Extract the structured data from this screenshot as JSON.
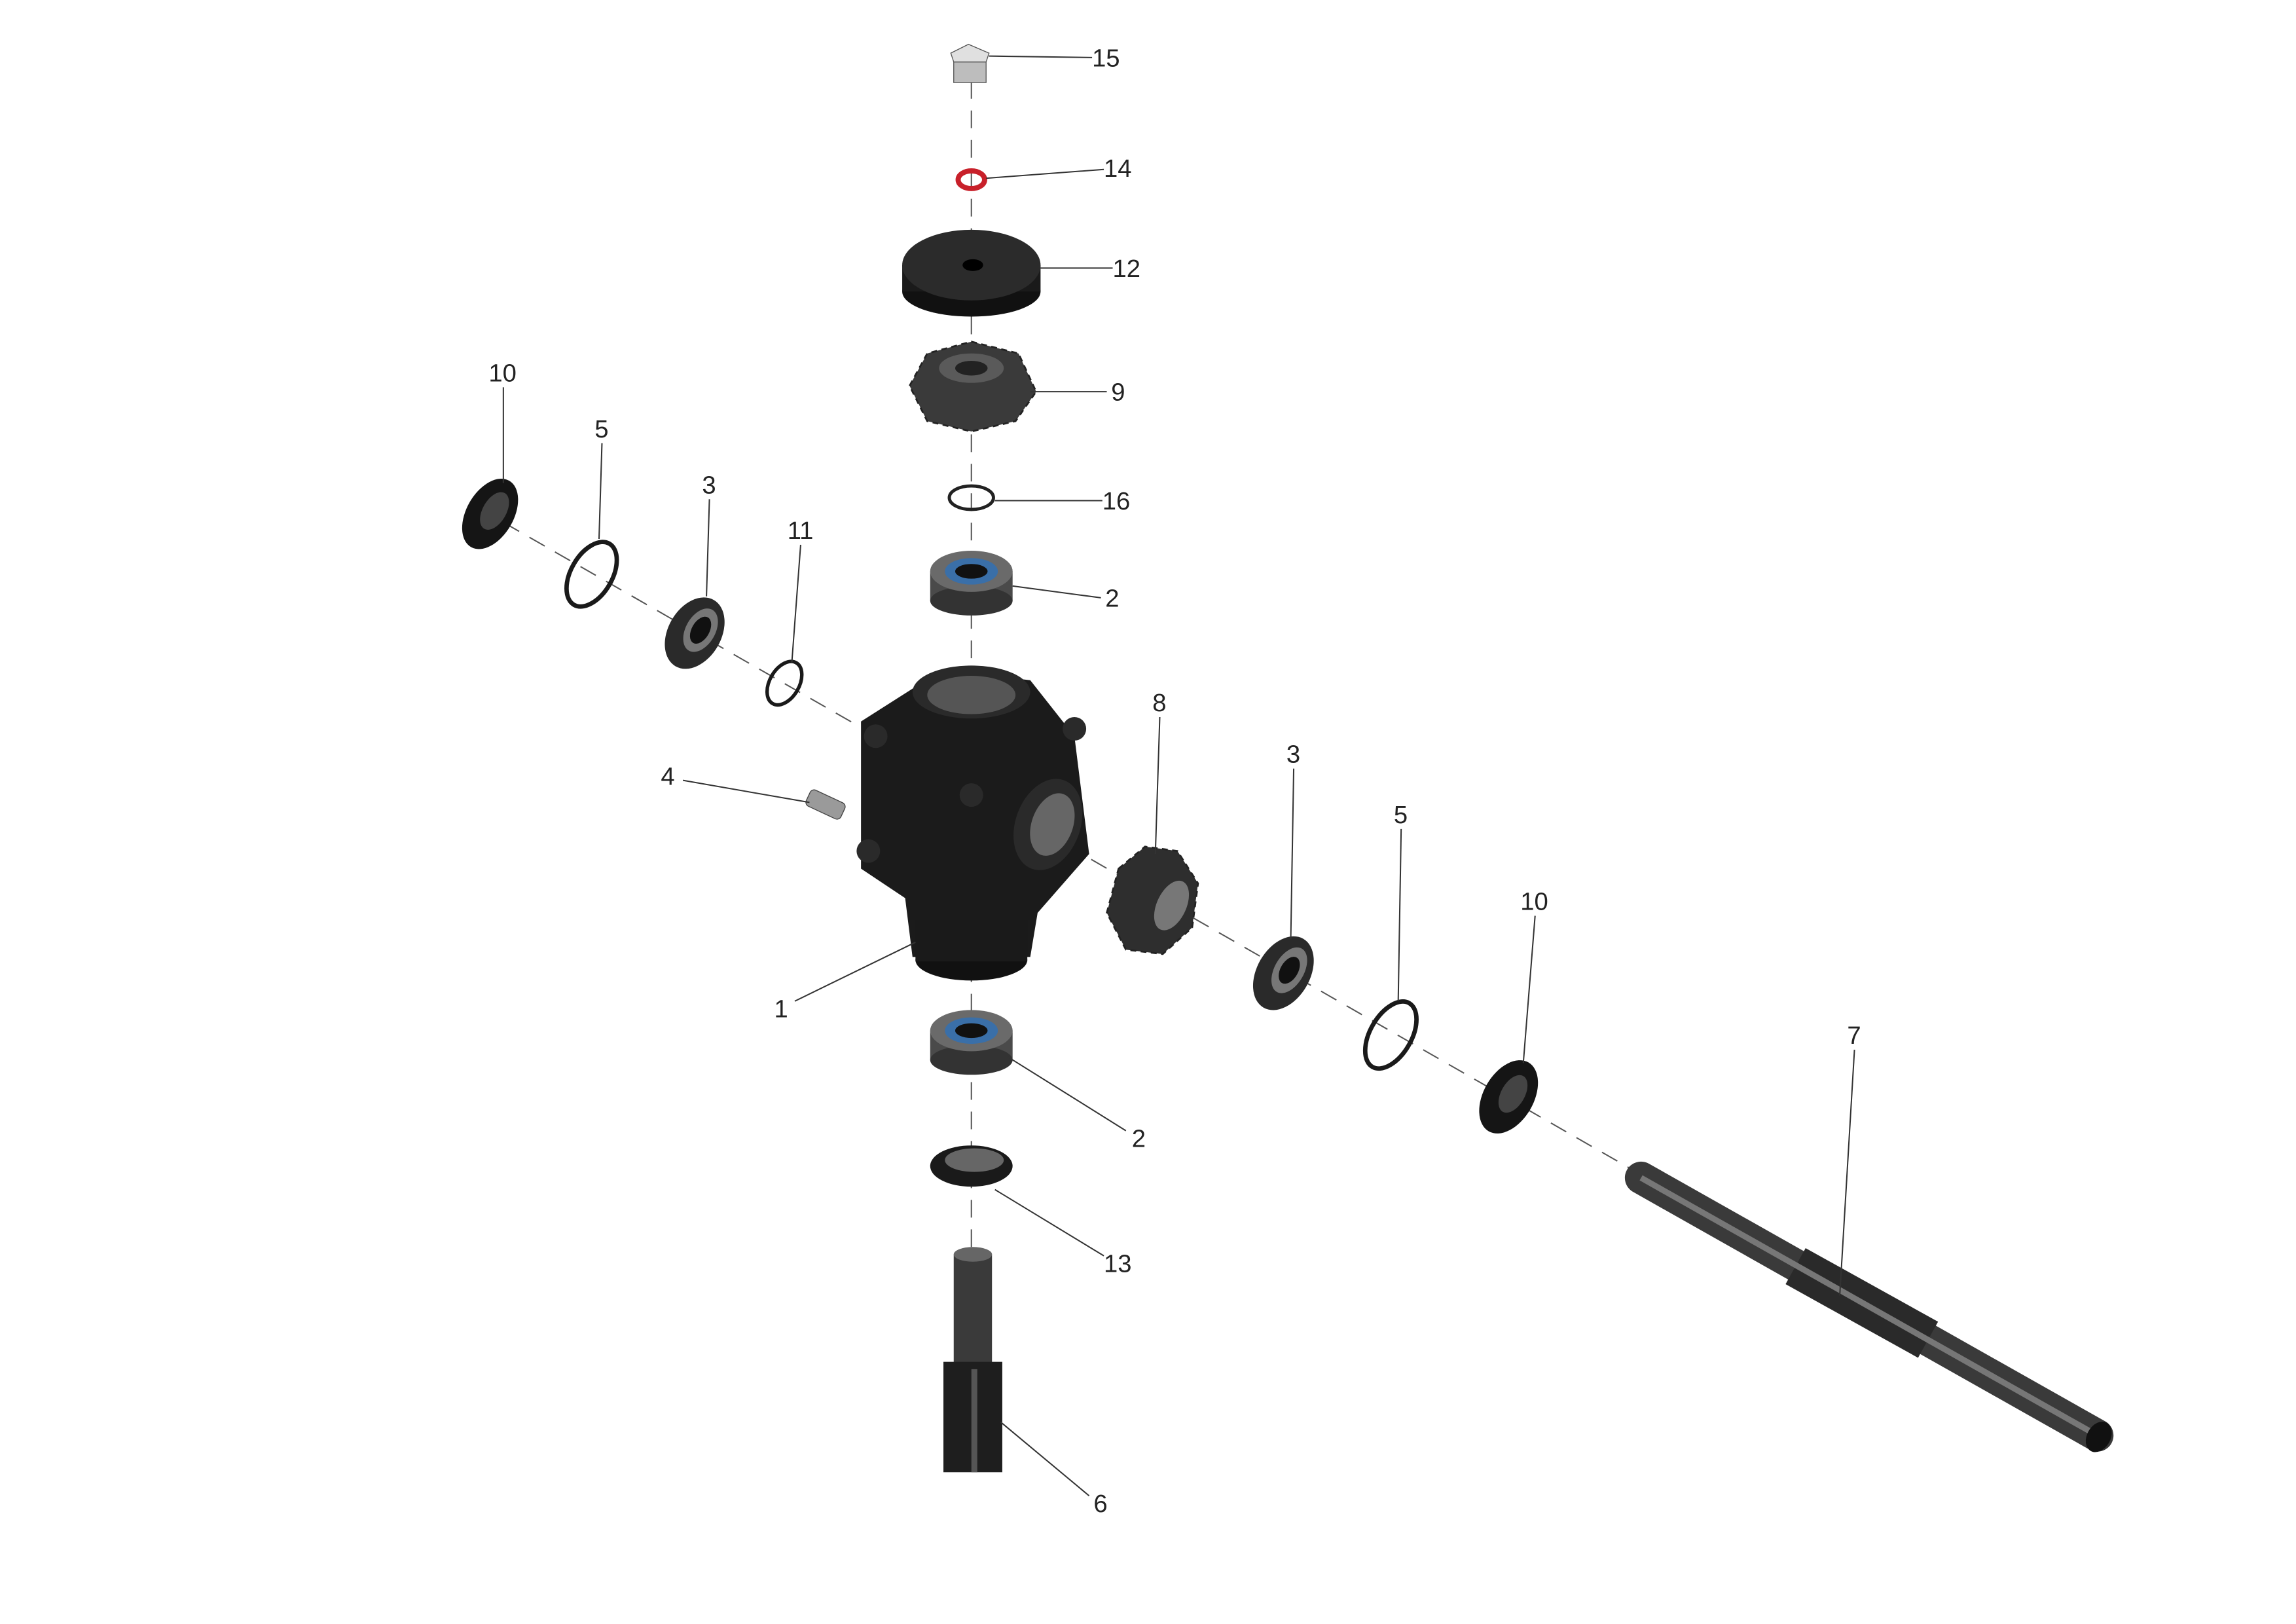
{
  "diagram": {
    "type": "exploded-parts-view",
    "colors": {
      "part": "#1c1c1c",
      "seal_blue": "#3a6fa8",
      "oring_red": "#c8202a",
      "shaft": "#4a4a4a",
      "bolt": "#c9c9c9"
    },
    "callouts": [
      {
        "id": "c15",
        "label": "15",
        "part": "plug-bolt"
      },
      {
        "id": "c14",
        "label": "14",
        "part": "o-ring"
      },
      {
        "id": "c12",
        "label": "12",
        "part": "cover-cap"
      },
      {
        "id": "c9",
        "label": "9",
        "part": "bevel-gear-top"
      },
      {
        "id": "c16",
        "label": "16",
        "part": "snap-ring-top"
      },
      {
        "id": "c2a",
        "label": "2",
        "part": "bearing-top"
      },
      {
        "id": "c10a",
        "label": "10",
        "part": "seal-left"
      },
      {
        "id": "c5a",
        "label": "5",
        "part": "circlip-left"
      },
      {
        "id": "c3a",
        "label": "3",
        "part": "bearing-left"
      },
      {
        "id": "c11",
        "label": "11",
        "part": "snap-ring-left"
      },
      {
        "id": "c4",
        "label": "4",
        "part": "breather-plug"
      },
      {
        "id": "c8",
        "label": "8",
        "part": "bevel-pinion"
      },
      {
        "id": "c3b",
        "label": "3",
        "part": "bearing-right"
      },
      {
        "id": "c5b",
        "label": "5",
        "part": "circlip-right"
      },
      {
        "id": "c10b",
        "label": "10",
        "part": "seal-right"
      },
      {
        "id": "c7",
        "label": "7",
        "part": "input-shaft"
      },
      {
        "id": "c1",
        "label": "1",
        "part": "gearbox-housing"
      },
      {
        "id": "c2b",
        "label": "2",
        "part": "bearing-bottom"
      },
      {
        "id": "c13",
        "label": "13",
        "part": "seal-bottom"
      },
      {
        "id": "c6",
        "label": "6",
        "part": "output-shaft"
      }
    ]
  }
}
